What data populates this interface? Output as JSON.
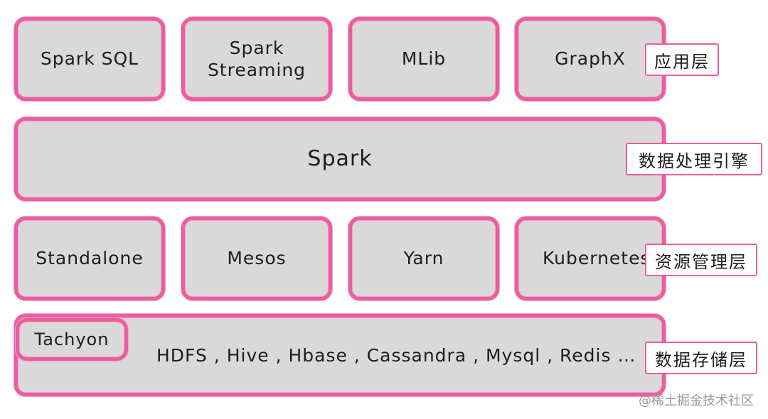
{
  "application_layer": {
    "label": "应用层",
    "boxes": [
      "Spark SQL",
      "Spark Streaming",
      "MLib",
      "GraphX"
    ]
  },
  "engine_layer": {
    "label": "数据处理引擎",
    "box": "Spark"
  },
  "resource_layer": {
    "label": "资源管理层",
    "boxes": [
      "Standalone",
      "Mesos",
      "Yarn",
      "Kubernetes"
    ]
  },
  "storage_layer": {
    "label": "数据存储层",
    "tachyon": "Tachyon",
    "systems": "HDFS , Hive , Hbase , Cassandra , Mysql , Redis …"
  },
  "watermark": "@稀土掘金技术社区",
  "colors": {
    "box_fill": "#d9d9d9",
    "border_pink": "#ea5ea0"
  }
}
